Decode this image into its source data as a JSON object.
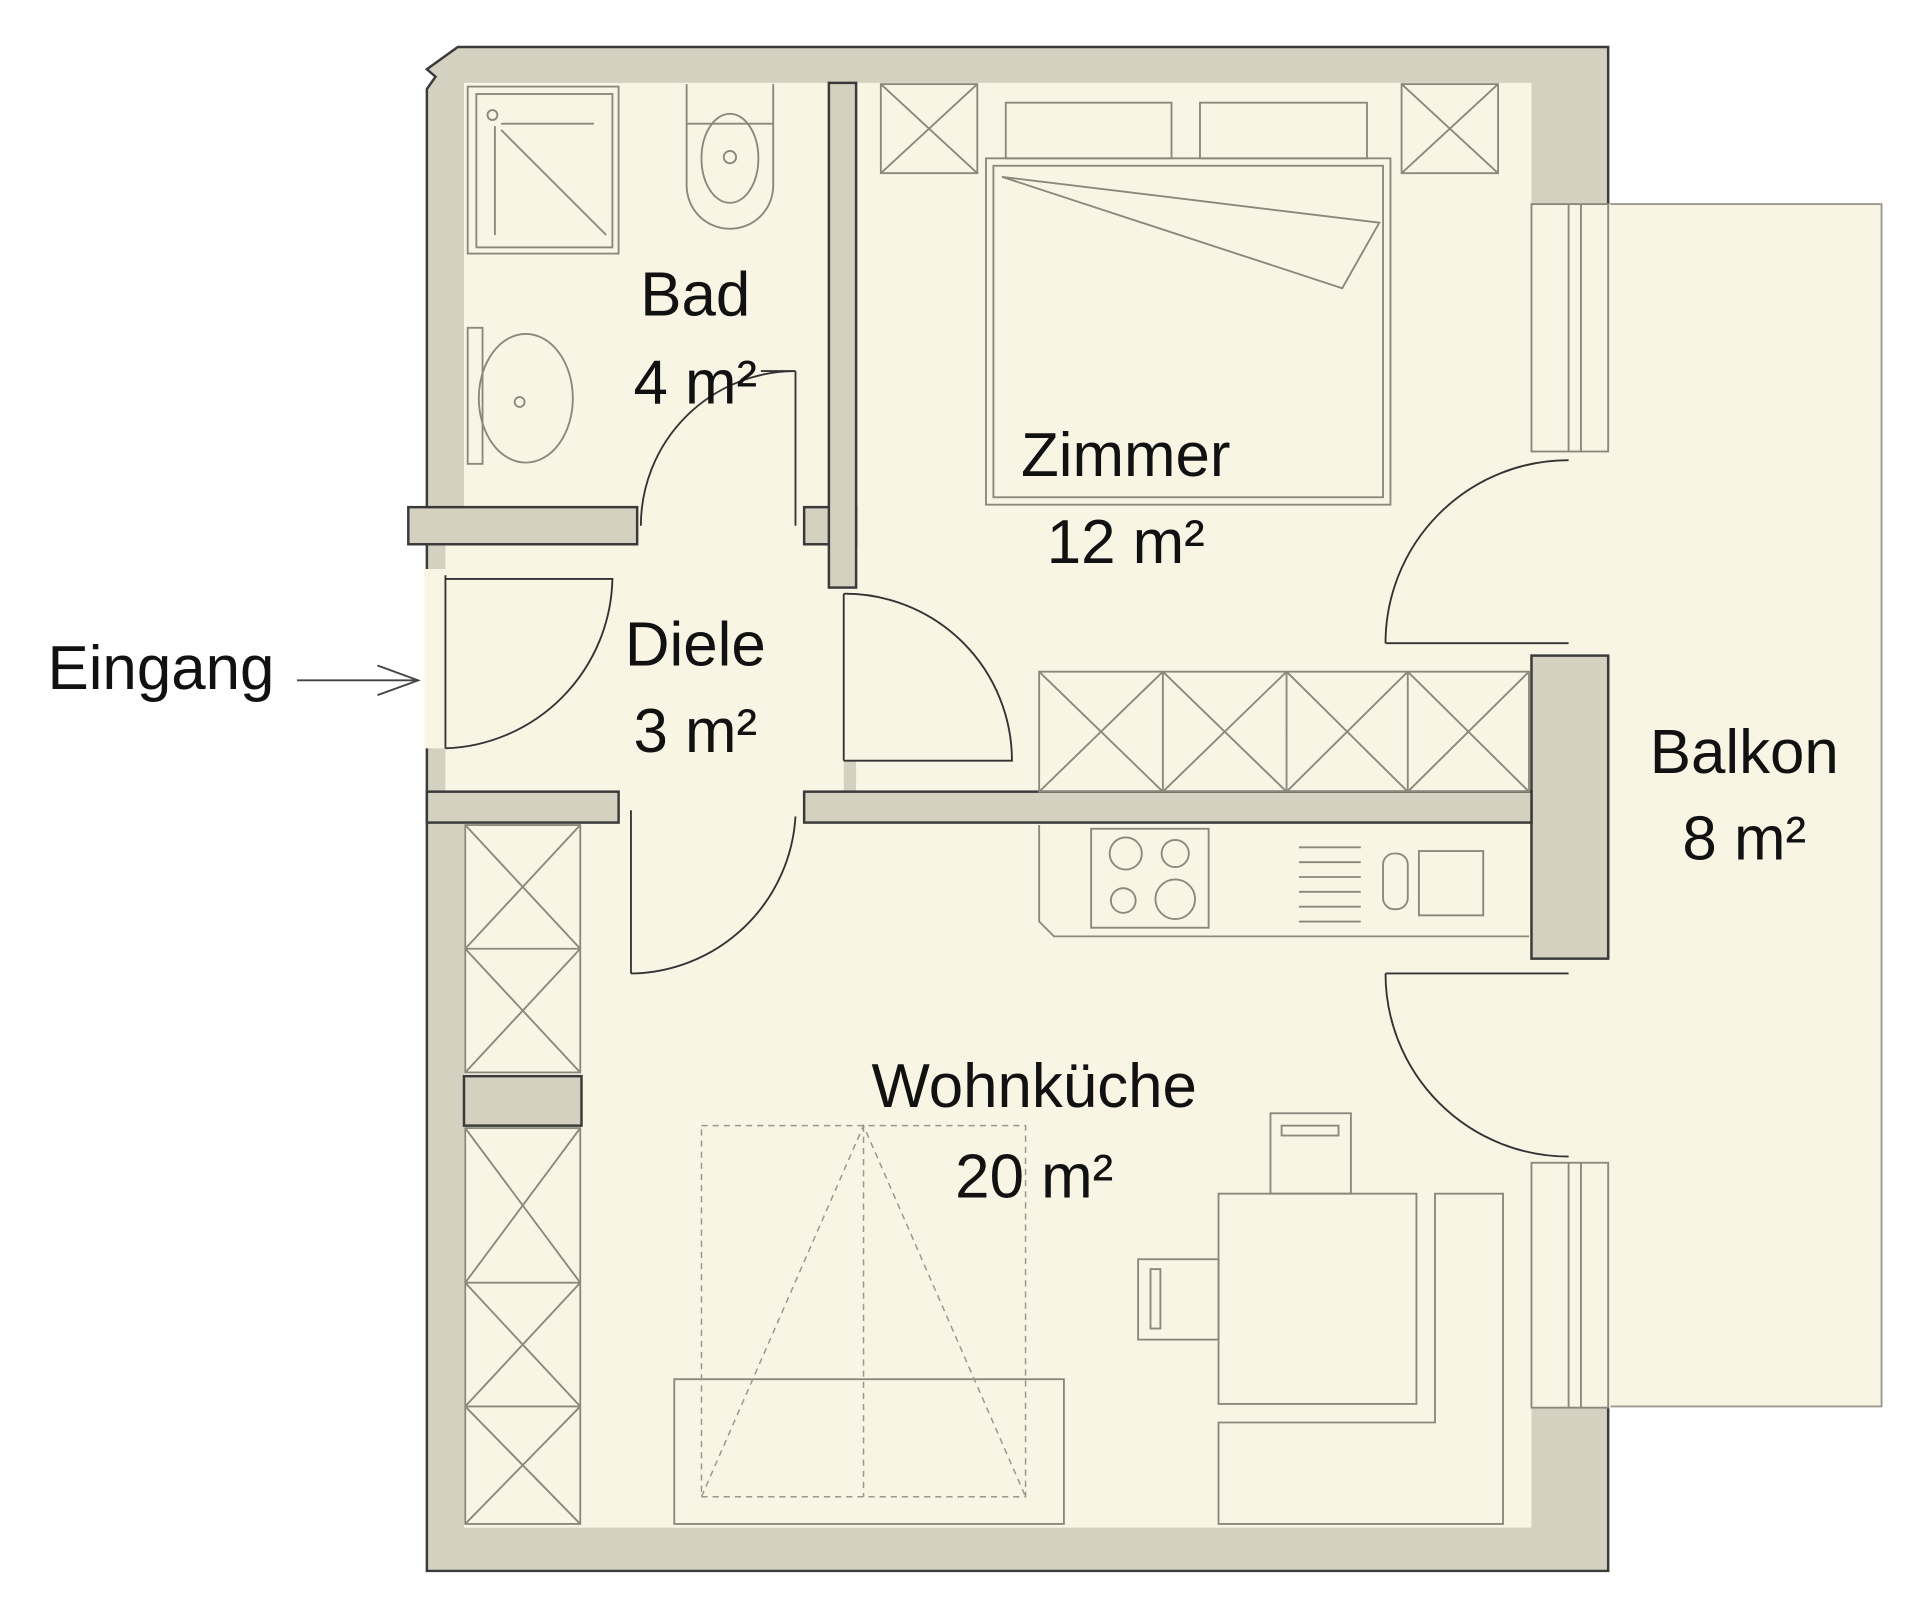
{
  "plan": {
    "entrance_label": "Eingang",
    "rooms": [
      {
        "name": "Bad",
        "area": "4 m²"
      },
      {
        "name": "Zimmer",
        "area": "12 m²"
      },
      {
        "name": "Diele",
        "area": "3 m²"
      },
      {
        "name": "Wohnküche",
        "area": "20 m²"
      },
      {
        "name": "Balkon",
        "area": "8 m²"
      }
    ]
  },
  "colors": {
    "wall": "#d5d1c1",
    "floor": "#f8f5e4",
    "text": "#111111"
  }
}
